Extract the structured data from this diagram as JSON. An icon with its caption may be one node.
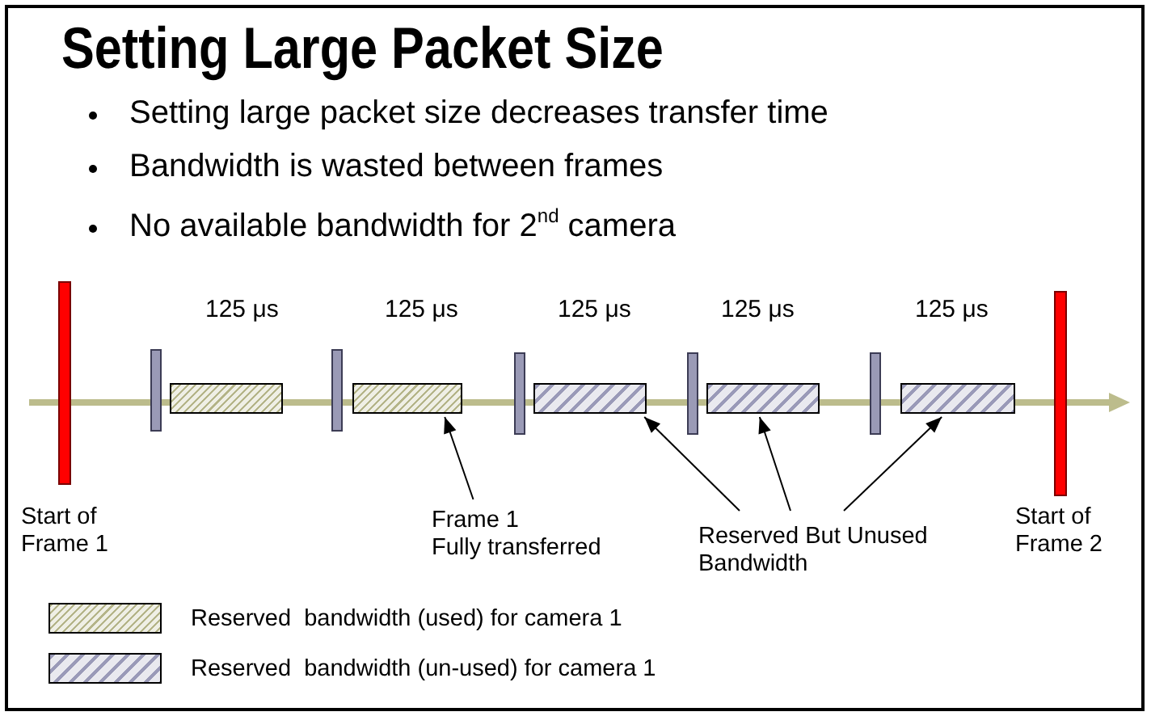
{
  "diagram": {
    "title": "Setting Large Packet Size",
    "nodes": [
      {
        "text": [],
        "shape": "bar",
        "beside": [
          "Start of Frame 1"
        ]
      },
      {
        "text": [],
        "shape": "bar"
      },
      {
        "text": [],
        "shape": "box",
        "beside": [
          "125 μs"
        ]
      },
      {
        "text": [],
        "shape": "bar"
      },
      {
        "text": [],
        "shape": "box",
        "beside": [
          "125 μs"
        ]
      },
      {
        "text": [],
        "shape": "bar"
      },
      {
        "text": [],
        "shape": "box",
        "beside": [
          "125 μs"
        ]
      },
      {
        "text": [],
        "shape": "bar"
      },
      {
        "text": [],
        "shape": "box",
        "beside": [
          "125 μs"
        ]
      },
      {
        "text": [],
        "shape": "bar"
      },
      {
        "text": [],
        "shape": "box",
        "beside": [
          "125 μs"
        ]
      },
      {
        "text": [],
        "shape": "bar",
        "beside": [
          "Start of Frame 2"
        ]
      },
      {
        "text": [
          "Frame 1",
          "Fully transferred"
        ]
      },
      {
        "text": [
          "Reserved But Unused Bandwidth"
        ]
      }
    ],
    "edges": [
      {
        "from": 12,
        "to": 4,
        "arrow": "to"
      },
      {
        "from": 13,
        "to": 6,
        "arrow": "to"
      },
      {
        "from": 13,
        "to": 8,
        "arrow": "to"
      },
      {
        "from": 13,
        "to": 10,
        "arrow": "to"
      }
    ],
    "labels": [
      "Setting large packet size decreases transfer time",
      "Bandwidth is wasted between frames",
      "No available bandwidth for 2$^{nd}$ camera"
    ],
    "legend": [
      {
        "text": "Reserved  bandwidth (used) for camera 1",
        "color": "#b4b488"
      },
      {
        "text": "Reserved  bandwidth (un-used) for camera 1",
        "color": "#9a9ab8"
      }
    ]
  }
}
